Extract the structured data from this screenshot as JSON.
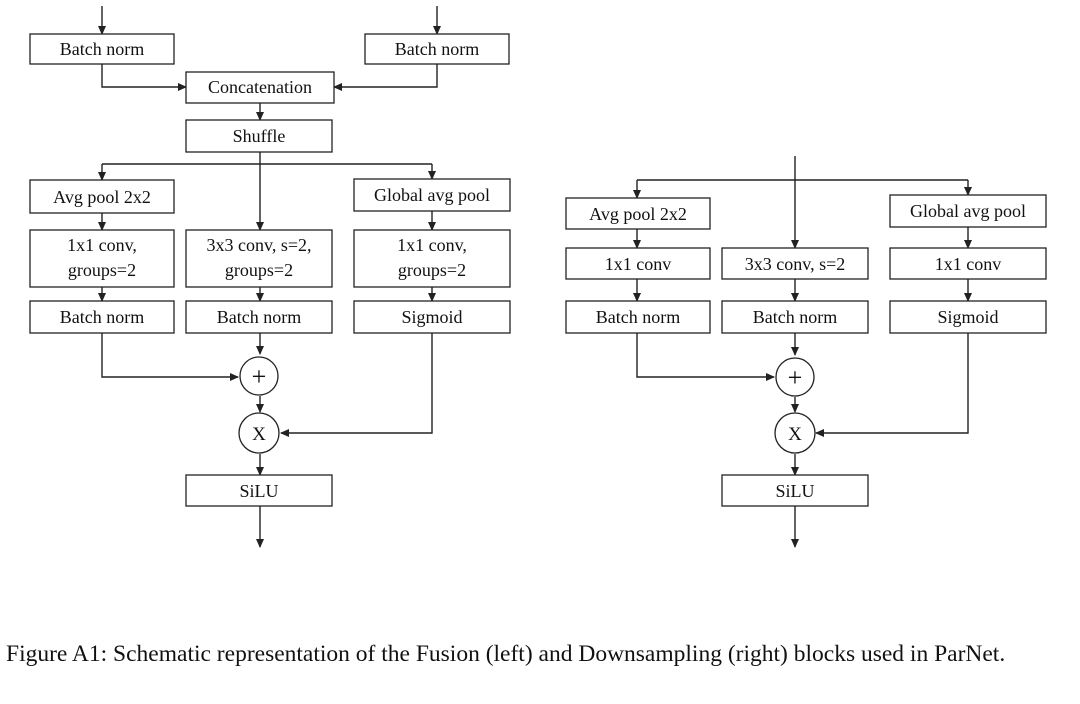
{
  "fusion_block": {
    "batch_norm_in_left": "Batch norm",
    "batch_norm_in_right": "Batch norm",
    "concatenation": "Concatenation",
    "shuffle": "Shuffle",
    "avg_pool": "Avg pool 2x2",
    "global_avg_pool": "Global avg pool",
    "conv_left": [
      "1x1 conv,",
      "groups=2"
    ],
    "conv_mid": [
      "3x3 conv, s=2,",
      "groups=2"
    ],
    "conv_right": [
      "1x1 conv,",
      "groups=2"
    ],
    "batch_norm_left": "Batch norm",
    "batch_norm_mid": "Batch norm",
    "sigmoid": "Sigmoid",
    "add_symbol": "+",
    "multiply_symbol": "X",
    "silu": "SiLU"
  },
  "downsampling_block": {
    "avg_pool": "Avg pool 2x2",
    "global_avg_pool": "Global avg pool",
    "conv_left": "1x1 conv",
    "conv_mid": "3x3 conv, s=2",
    "conv_right": "1x1 conv",
    "batch_norm_left": "Batch norm",
    "batch_norm_mid": "Batch norm",
    "sigmoid": "Sigmoid",
    "add_symbol": "+",
    "multiply_symbol": "X",
    "silu": "SiLU"
  },
  "caption": "Figure A1: Schematic representation of the Fusion (left) and Downsampling (right) blocks used in ParNet."
}
